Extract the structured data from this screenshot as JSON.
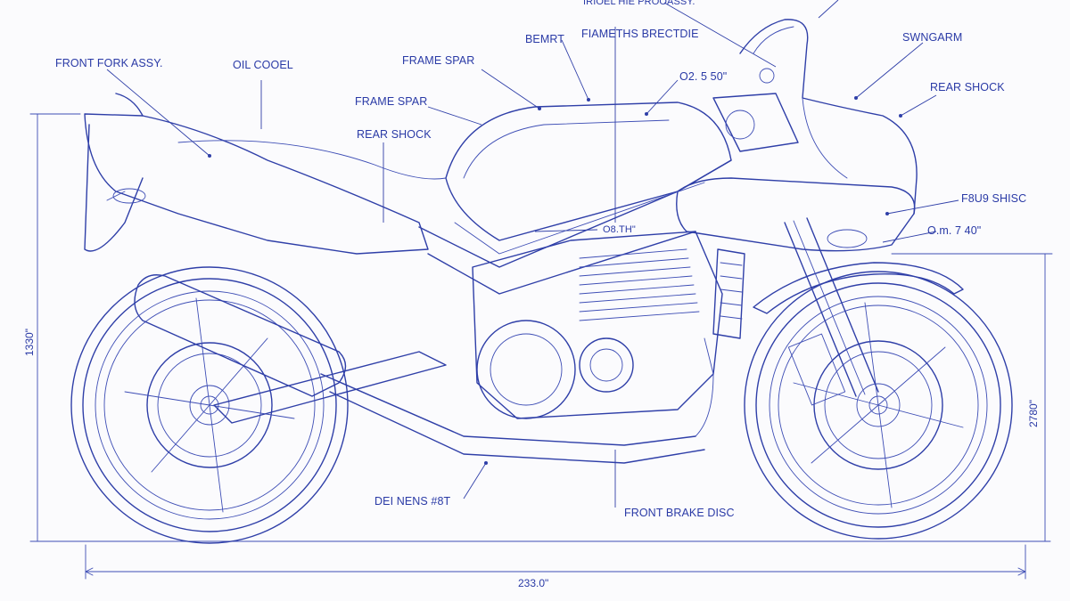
{
  "labels": {
    "front_fork_assy": "FRONT FORK ASSY.",
    "oil_cooler": "OIL COOEL",
    "frame_spar_top": "FRAME SPAR",
    "frame_spar_mid": "FRAME SPAR",
    "rear_shock_left": "REAR SHOCK",
    "belt": "BEMRT",
    "top_cut": "IRIOEL HIE PROOASSY.",
    "mid_top": "FIAMETHS BRECTDIE",
    "dim_top": "O2. 5 50\"",
    "swingarm": "SWNGARM",
    "rear_shock_right": "REAR SHOCK",
    "right_small_1": "F8U9 SHISC",
    "right_small_2": "O.m. 7 40\"",
    "dim_center": "O8.TH\"",
    "bottom_left_callout": "DEI NENS #8T",
    "front_brake_disc": "FRONT BRAKE DISC"
  },
  "dimensions": {
    "overall_length": "233.0\"",
    "left_height": "1330\"",
    "right_height": "2780\""
  },
  "colors": {
    "ink": "#2f3fa8",
    "paper": "#fbfbfd"
  }
}
